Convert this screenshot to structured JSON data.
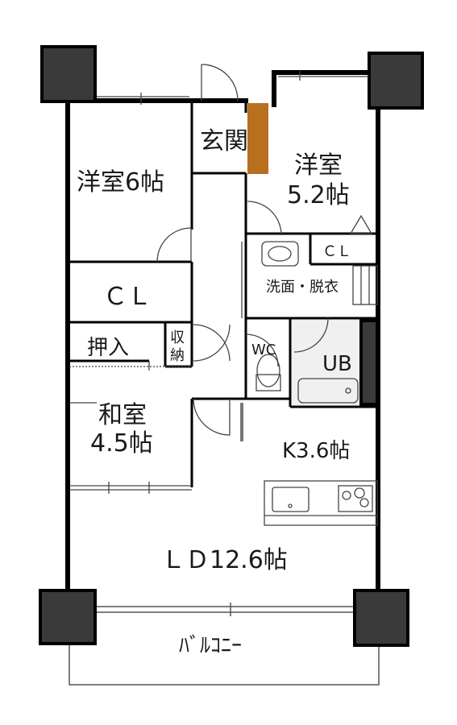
{
  "rooms": {
    "western_room_1": {
      "line1": "洋室6帖"
    },
    "entrance": {
      "line1": "玄関"
    },
    "western_room_2": {
      "line1": "洋室",
      "line2": "5.2帖"
    },
    "closet_right": {
      "line1": "ＣＬ"
    },
    "closet_left": {
      "line1": "ＣＬ"
    },
    "washroom": {
      "line1": "洗面・脱衣"
    },
    "oshiire": {
      "line1": "押入"
    },
    "storage": {
      "line1": "収",
      "line2": "納"
    },
    "toilet": {
      "line1": "WC"
    },
    "bath": {
      "line1": "UB"
    },
    "japanese_room": {
      "line1": "和室",
      "line2": "4.5帖"
    },
    "kitchen": {
      "line1": "K3.6帖"
    },
    "living_dining": {
      "line1": "ＬＤ12.6帖"
    },
    "balcony": {
      "line1": "ﾊﾞﾙｺﾆｰ"
    }
  },
  "colors": {
    "wall": "#000000",
    "pillar": "#3a3a3a",
    "entrance_floor": "#b86f1e",
    "bath_fill": "#f0f0f0",
    "lines": "#333333"
  }
}
